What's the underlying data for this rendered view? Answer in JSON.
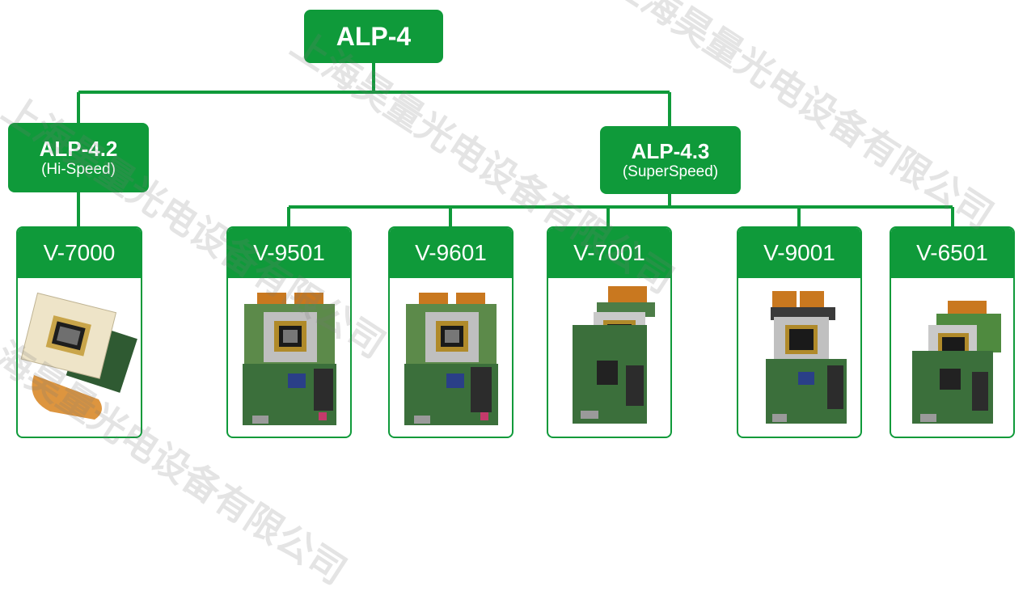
{
  "root": {
    "title": "ALP-4"
  },
  "groups": [
    {
      "title": "ALP-4.2",
      "subtitle": "(Hi-Speed)"
    },
    {
      "title": "ALP-4.3",
      "subtitle": "(SuperSpeed)"
    }
  ],
  "products": [
    {
      "name": "V-7000",
      "group": "ALP-4.2",
      "image": "dmd-module-photo"
    },
    {
      "name": "V-9501",
      "group": "ALP-4.3",
      "image": "controller-board-photo"
    },
    {
      "name": "V-9601",
      "group": "ALP-4.3",
      "image": "controller-board-photo"
    },
    {
      "name": "V-7001",
      "group": "ALP-4.3",
      "image": "controller-board-photo"
    },
    {
      "name": "V-9001",
      "group": "ALP-4.3",
      "image": "controller-board-photo"
    },
    {
      "name": "V-6501",
      "group": "ALP-4.3",
      "image": "controller-board-photo"
    }
  ],
  "colors": {
    "accent": "#0f9a3a",
    "line": "#0f9a3a"
  },
  "watermark": "上海昊量光电设备有限公司"
}
